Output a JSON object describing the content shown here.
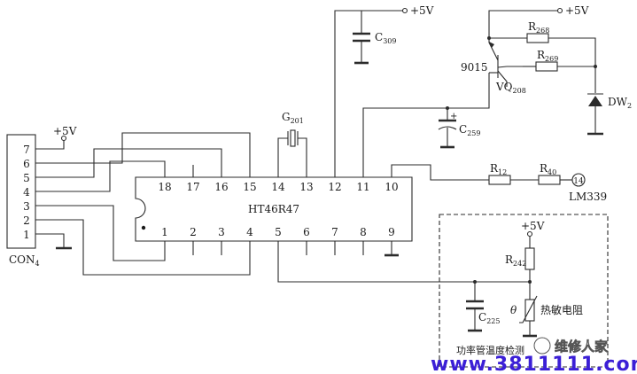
{
  "ic": {
    "name": "HT46R47",
    "top_pins": [
      "18",
      "17",
      "16",
      "15",
      "14",
      "13",
      "12",
      "11",
      "10"
    ],
    "bottom_pins": [
      "1",
      "2",
      "3",
      "4",
      "5",
      "6",
      "7",
      "8",
      "9"
    ]
  },
  "connector": {
    "pins": [
      "7",
      "6",
      "5",
      "4",
      "3",
      "2",
      "1"
    ],
    "name": "CON",
    "sub": "4"
  },
  "supply": {
    "con": "+5V",
    "c309": "+5V",
    "transistor": "+5V",
    "sensor": "+5V"
  },
  "components": {
    "g201": {
      "name": "G",
      "sub": "201"
    },
    "c309": {
      "name": "C",
      "sub": "309"
    },
    "c259": {
      "name": "C",
      "sub": "259"
    },
    "c225": {
      "name": "C",
      "sub": "225"
    },
    "r268": {
      "name": "R",
      "sub": "268"
    },
    "r269": {
      "name": "R",
      "sub": "269"
    },
    "r12": {
      "name": "R",
      "sub": "12"
    },
    "r40": {
      "name": "R",
      "sub": "40"
    },
    "r242": {
      "name": "R",
      "sub": "242"
    },
    "dw2": {
      "name": "DW",
      "sub": "2"
    },
    "vq208": {
      "name": "VQ",
      "sub": "208"
    },
    "part_9015": "9015",
    "lm339": "LM339",
    "lm339_pin": "14",
    "theta": "θ",
    "thermistor_label": "热敏电阻",
    "sensor_box_label": "功率管温度检测"
  },
  "watermark": {
    "name": "维修人家",
    "url": "www.3811111.com"
  }
}
